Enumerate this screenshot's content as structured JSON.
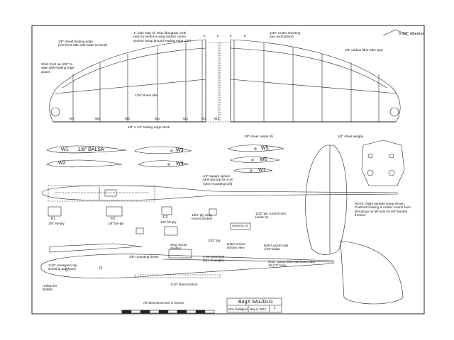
{
  "labels": {
    "fiberglass_note": "1\" wide strip of .75oz fiberglass cloth\nused to reinforce wing bottom center\nsection (wrap around leading edge 1/2\")",
    "dowel_note": "1/8\" dowel leading edge\n(wet front side with water to bend)",
    "center_sheeting": "1/32\" center sheeting\n(top and bottom)",
    "dihedral": "5-1/8\" dihedral",
    "spar": "1/8\" carbon fiber tube spar",
    "trim_note": "Shim front up 1/32\" to\nalign with leading edge\ndowel.",
    "ribs_note": "1/16\" sheet ribs",
    "te_stock": "1/8\" x 1/2\" trailing edge stock",
    "center_rib": "1/8\" sheet center rib",
    "wingtip": "1/8\" sheet wingtip",
    "balsa": "1/8\" BALSA",
    "spruce_note": "1/4\" square spruce\n(drill and tap for 4-40\nnylon mounting bolt)",
    "doubler_note": "1/64\" ply wing\nmount doubler",
    "dihedral_gauge": "DIHEDRAL GG",
    "control_horn": "1/32\" ply control horn\n(make 2)",
    "ply_32": "1/32\" ply",
    "hatch_cover": "Hatch Cover\nbottom view",
    "hatch_rails": "Hatch guide rails\n1/16\" balsa",
    "setup_note": "NOTE: Right handed setup shown.\nPushrod housing & rudder control horn\nshould go on left side for left handed\nthrower.",
    "tube_note": "3/16\" carbon fiber tail boom tube\n15-1/2\" long",
    "dowel_mount": "1/8\" mounting dowel",
    "wing_mount": "wing mount\ndoubler",
    "nylon_bolt": "4-40 nylon bolt\n(trim to length)",
    "sheeting_top": "1/16\" crossgrain top\nsheeting and hatch",
    "ballast": "Hollow for\nBallast",
    "sheet_bottom": "1/16\" sheet bottom",
    "dimensions": "All dimensions are in inches."
  },
  "ribs": {
    "wing_stations": [
      "W7",
      "W6",
      "W5",
      "W4",
      "W3",
      "W2",
      "W1"
    ],
    "w1": "W1",
    "w2": "W2",
    "w3": "W3",
    "w4": "W4",
    "w5": "W5",
    "w6": "W6",
    "w7": "W7"
  },
  "formers": {
    "f1": "F1",
    "f1_mat": "1/8\" lite-ply",
    "f2": "F2",
    "f2_mat": "1/8\" lite-ply",
    "f3": "F3",
    "f3_mat": "1/8\" lite-ply"
  },
  "section_marks": [
    "II",
    "II",
    "II",
    "II"
  ],
  "title_block": {
    "title": "BugX  SAL/DLG",
    "author": "John Gallagher",
    "date": "May 6, 2012",
    "sheet": "1"
  }
}
